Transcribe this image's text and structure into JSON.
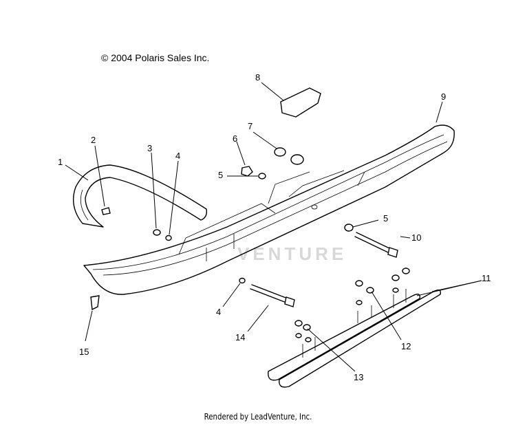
{
  "copyright": "© 2004 Polaris Sales Inc.",
  "footer": "Rendered by LeadVenture, Inc.",
  "watermark": "VENTURE",
  "callouts": [
    "1",
    "2",
    "3",
    "4",
    "5",
    "5",
    "6",
    "7",
    "8",
    "9",
    "10",
    "11",
    "12",
    "13",
    "14",
    "15",
    "4"
  ]
}
